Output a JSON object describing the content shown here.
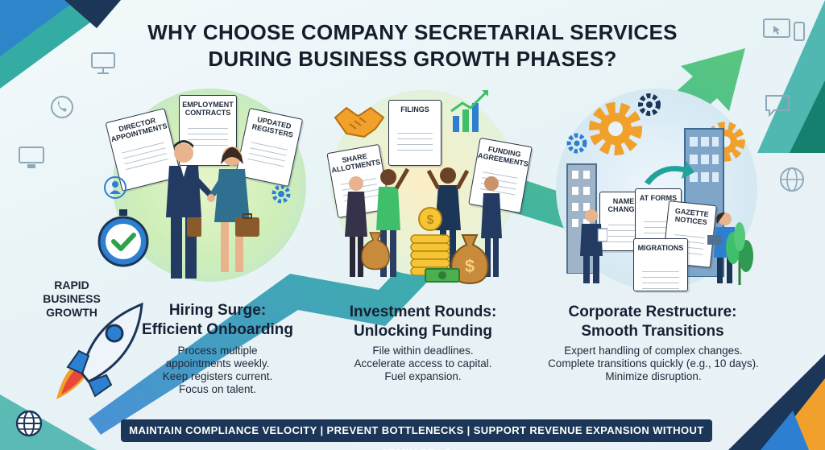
{
  "title": {
    "line1": "WHY CHOOSE COMPANY SECRETARIAL SERVICES",
    "line2": "DURING BUSINESS GROWTH PHASES?"
  },
  "side_label": [
    "RAPID",
    "BUSINESS",
    "GROWTH"
  ],
  "panels": [
    {
      "docs": [
        "DIRECTOR APPOINTMENTS",
        "EMPLOYMENT CONTRACTS",
        "UPDATED REGISTERS"
      ],
      "heading": [
        "Hiring Surge:",
        "Efficient Onboarding"
      ],
      "body": [
        "Process multiple",
        "appointments weekly.",
        "Keep registers current.",
        "Focus on talent."
      ]
    },
    {
      "docs": [
        "FILINGS",
        "SHARE ALLOTMENTS",
        "FUNDING AGREEMENTS"
      ],
      "heading": [
        "Investment Rounds:",
        "Unlocking Funding"
      ],
      "body": [
        "File within deadlines.",
        "Accelerate access to capital.",
        "Fuel expansion."
      ]
    },
    {
      "docs": [
        "NAME CHANGE",
        "AT FORMS",
        "GAZETTE NOTICES",
        "MIGRATIONS"
      ],
      "heading": [
        "Corporate Restructure:",
        "Smooth Transitions"
      ],
      "body": [
        "Expert handling of complex changes.",
        "Complete transitions quickly (e.g., 10 days).",
        "Minimize disruption."
      ]
    }
  ],
  "banner": "MAINTAIN COMPLIANCE VELOCITY | PREVENT BOTTLENECKS | SUPPORT REVENUE EXPANSION WITHOUT ADMIN DRAG",
  "colors": {
    "navy": "#1c3657",
    "teal": "#1fa39a",
    "green": "#3fbf6a",
    "blue": "#2d7fd1",
    "orange": "#f2a02c",
    "accent_red": "#e8473b"
  },
  "icons": [
    "monitor-icon",
    "phone-icon",
    "desktop-icon",
    "chat-icon",
    "globe-icon",
    "laptop-icon",
    "stopwatch-check-icon",
    "gear-icon",
    "handshake-icon",
    "growth-chart-icon",
    "money-bag-icon",
    "coin-stack-icon",
    "rocket-icon",
    "building-icon"
  ]
}
